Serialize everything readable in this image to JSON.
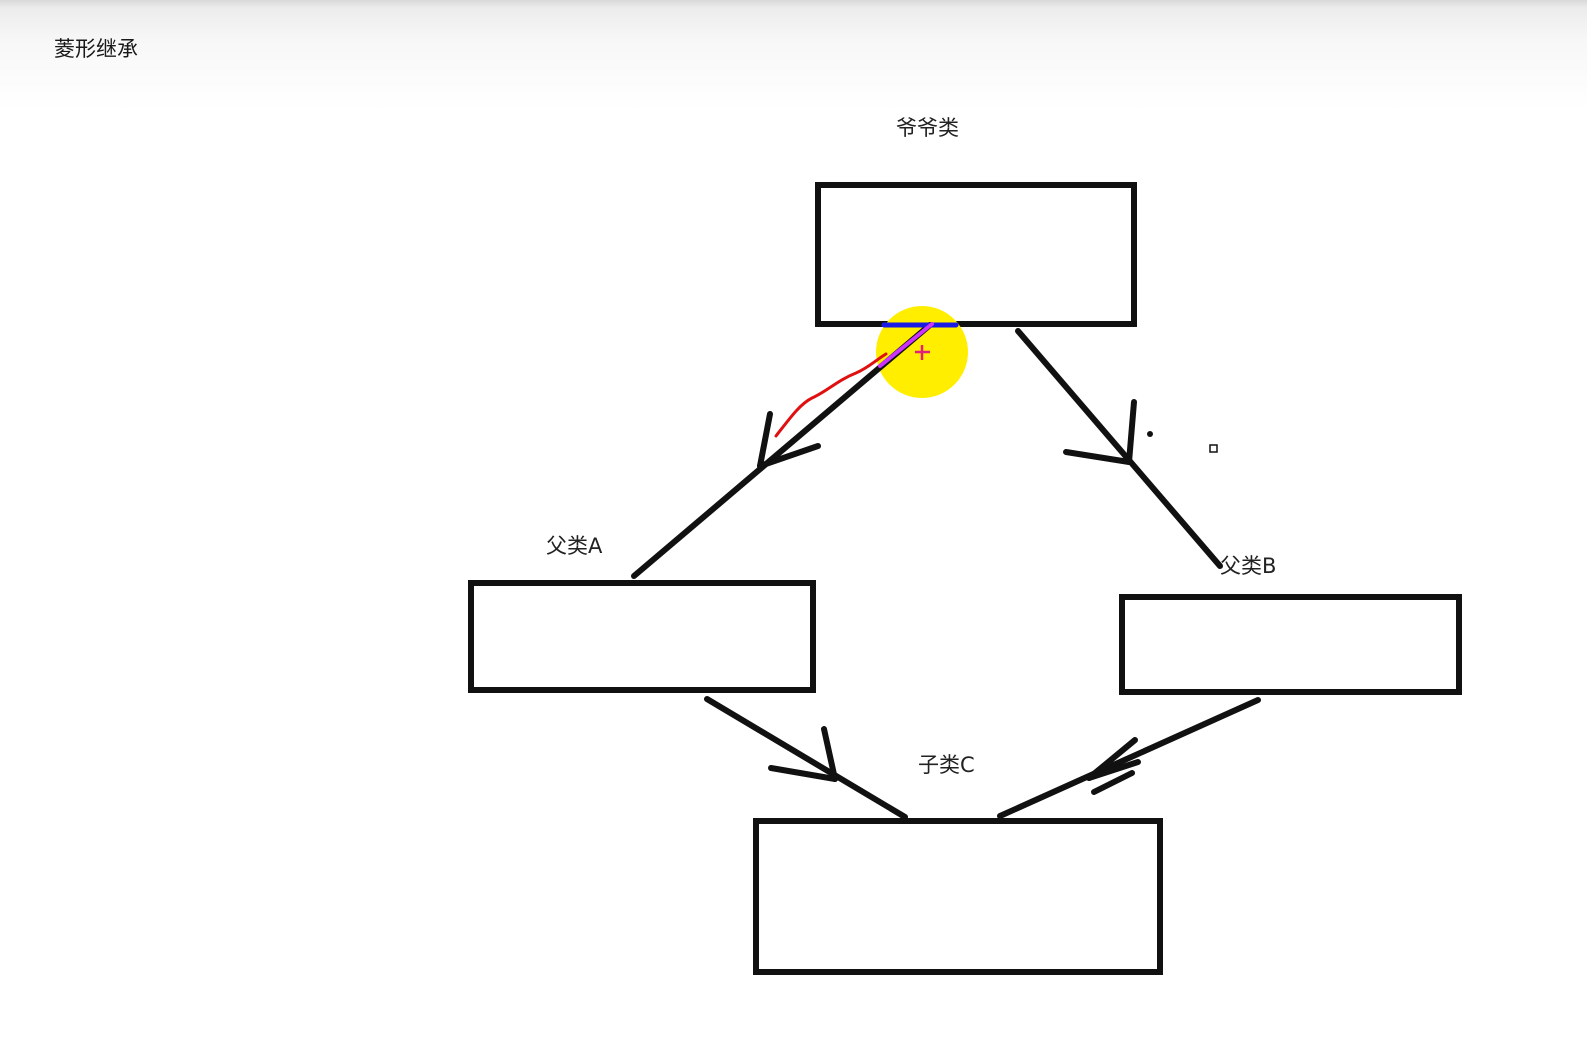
{
  "page": {
    "title": "菱形继承"
  },
  "diagram": {
    "nodes": [
      {
        "id": "grandparent",
        "label": "爷爷类"
      },
      {
        "id": "parent_a",
        "label": "父类A"
      },
      {
        "id": "parent_b",
        "label": "父类B"
      },
      {
        "id": "child_c",
        "label": "子类C"
      }
    ],
    "edges": [
      {
        "from": "grandparent",
        "to": "parent_a"
      },
      {
        "from": "grandparent",
        "to": "parent_b"
      },
      {
        "from": "parent_a",
        "to": "child_c"
      },
      {
        "from": "parent_b",
        "to": "child_c"
      }
    ]
  },
  "cursor": {
    "highlight_color": "#ffee00",
    "crosshair_color": "#e0207a"
  },
  "colors": {
    "stroke": "#111111",
    "annotation_red": "#e01010",
    "annotation_blue": "#1a1ae6",
    "annotation_magenta": "#cc33ff"
  }
}
